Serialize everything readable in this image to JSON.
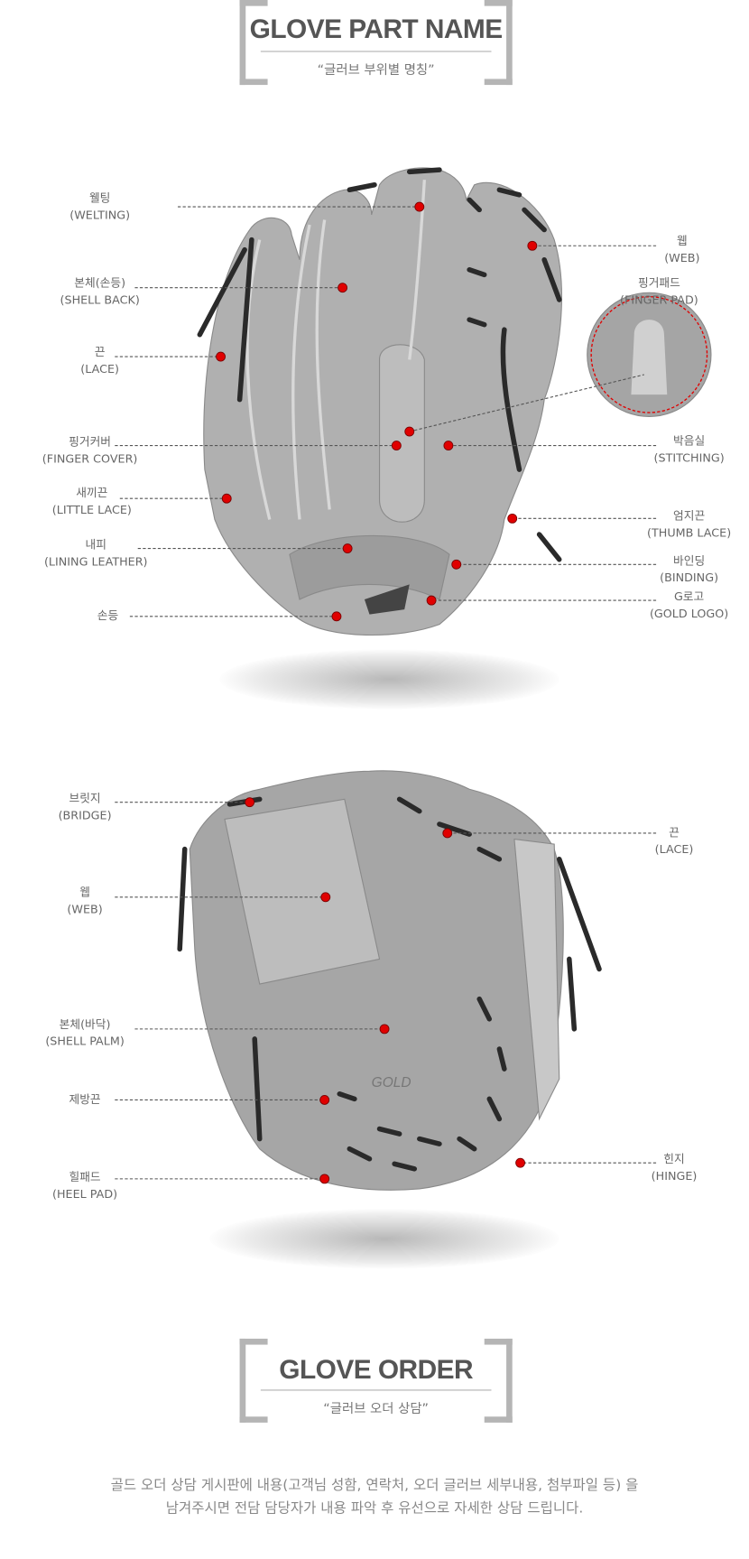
{
  "part_header": {
    "title": "GLOVE PART NAME",
    "subtitle": "“글러브 부위별 명칭”"
  },
  "back_view_labels": [
    {
      "ko": "웰팅",
      "en": "(WELTING)"
    },
    {
      "ko": "본체(손등)",
      "en": "(SHELL BACK)"
    },
    {
      "ko": "끈",
      "en": "(LACE)"
    },
    {
      "ko": "핑거커버",
      "en": "(FINGER COVER)"
    },
    {
      "ko": "새끼끈",
      "en": "(LITTLE LACE)"
    },
    {
      "ko": "내피",
      "en": "(LINING LEATHER)"
    },
    {
      "ko": "손등",
      "en": ""
    },
    {
      "ko": "웹",
      "en": "(WEB)"
    },
    {
      "ko": "핑거패드",
      "en": "(FINGER PAD)"
    },
    {
      "ko": "박음실",
      "en": "(STITCHING)"
    },
    {
      "ko": "엄지끈",
      "en": "(THUMB LACE)"
    },
    {
      "ko": "바인딩",
      "en": "(BINDING)"
    },
    {
      "ko": "G로고",
      "en": "(GOLD LOGO)"
    }
  ],
  "palm_view_labels": [
    {
      "ko": "브릿지",
      "en": "(BRIDGE)"
    },
    {
      "ko": "웹",
      "en": "(WEB)"
    },
    {
      "ko": "본체(바닥)",
      "en": "(SHELL PALM)"
    },
    {
      "ko": "제방끈",
      "en": ""
    },
    {
      "ko": "힐패드",
      "en": "(HEEL PAD)"
    },
    {
      "ko": "끈",
      "en": "(LACE)"
    },
    {
      "ko": "힌지",
      "en": "(HINGE)"
    }
  ],
  "palm_logo_text": "GOLD",
  "order_header": {
    "title": "GLOVE ORDER",
    "subtitle": "“글러브 오더 상담”"
  },
  "order_description": {
    "line1": "골드 오더 상담 게시판에 내용(고객님 성함, 연락처, 오더 글러브 세부내용, 첨부파일 등) 을",
    "line2": "남겨주시면 전담 담당자가 내용 파악 후 유선으로 자세한 상담 드립니다."
  },
  "colors": {
    "marker": "#e00000",
    "glove": "#a9a9a9",
    "lace": "#2a2a2a",
    "bracket": "#b5b5b5"
  }
}
